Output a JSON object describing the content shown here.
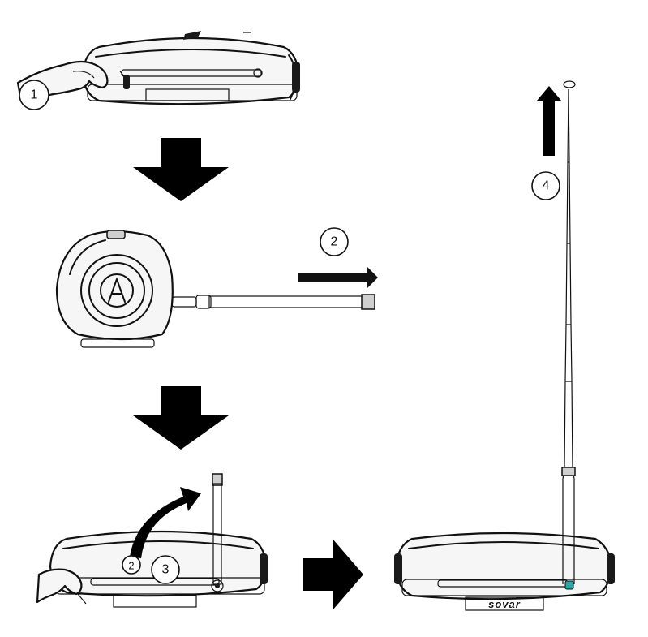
{
  "steps": {
    "step_1": "1",
    "step_2_top": "2",
    "step_2_bottom": "2",
    "step_3": "3",
    "step_4": "4"
  },
  "brand": {
    "logo_text": "sovar"
  },
  "colors": {
    "ink": "#111111",
    "arrow": "#000000",
    "background": "#ffffff"
  }
}
